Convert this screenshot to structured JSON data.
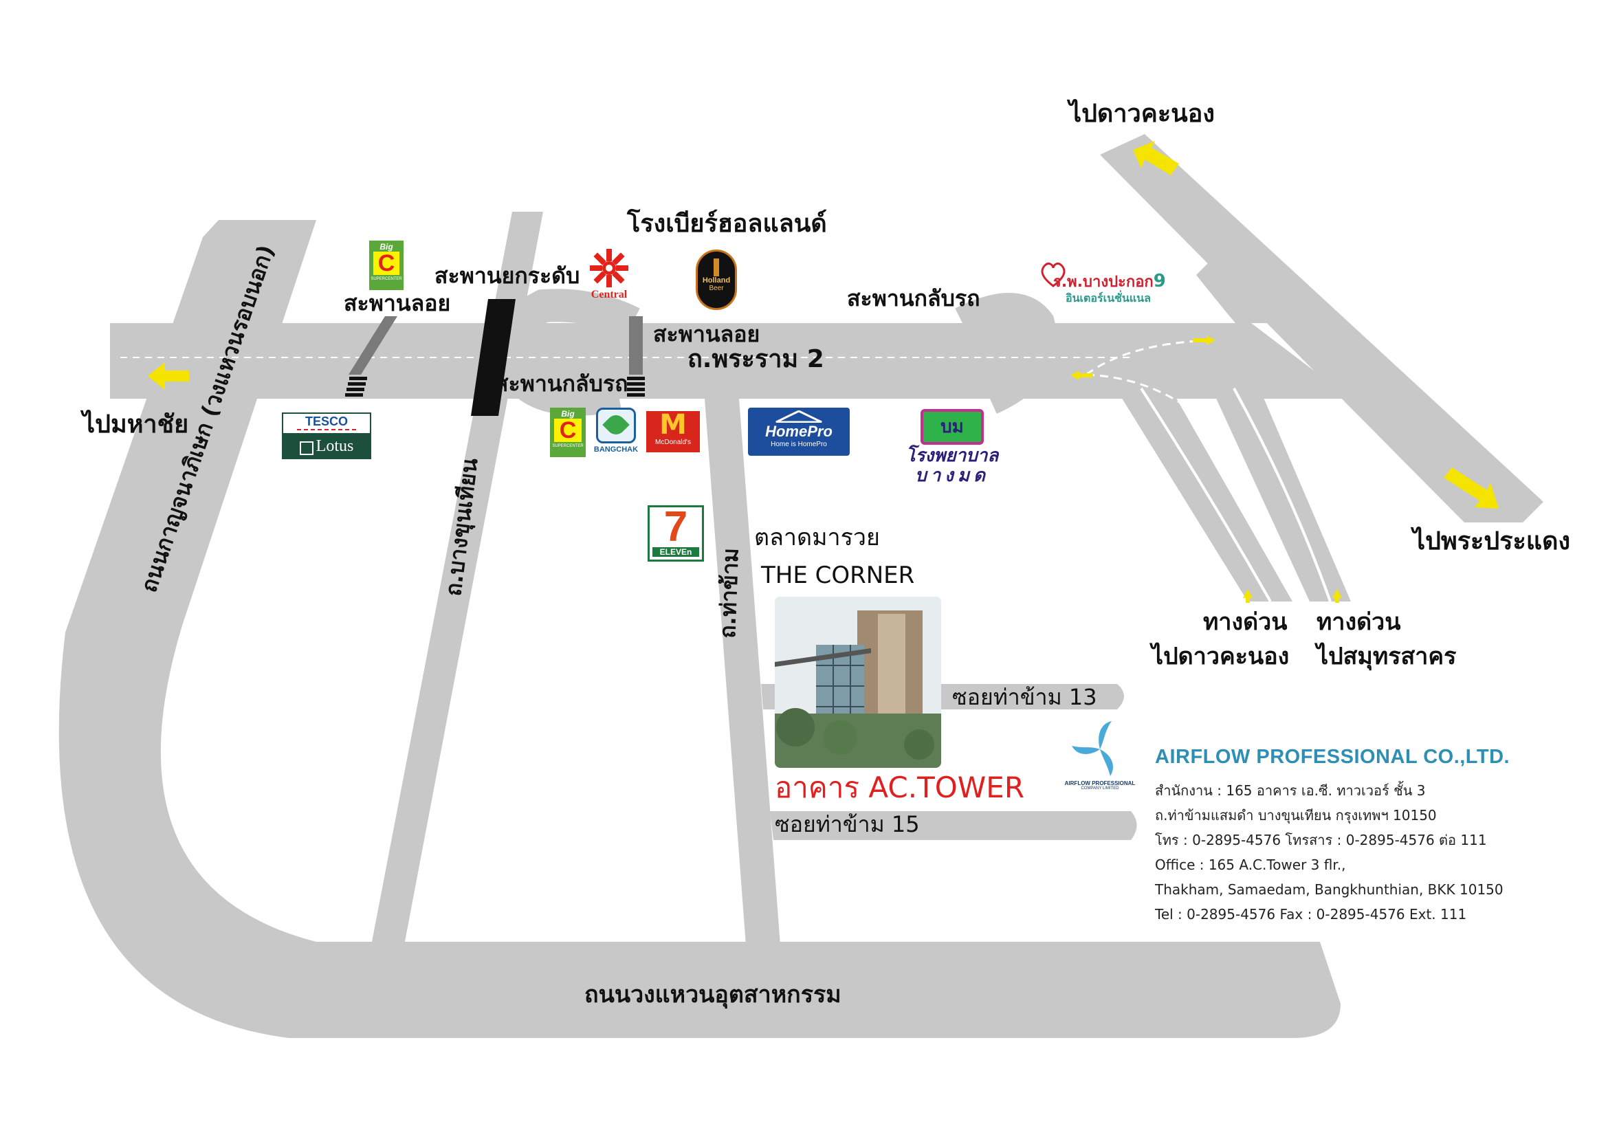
{
  "labels": {
    "to_don_muang_top": "ไปดาวคะนอง",
    "beer_house": "โรงเบียร์ฮอลแลนด์",
    "elevated_bridge": "สะพานยกระดับ",
    "flyover_left": "สะพานลอย",
    "flyover_mid": "สะพานลอย",
    "uturn_right": "สะพานกลับรถ",
    "uturn_left": "สะพานกลับรถ",
    "rama2_road": "ถ.พระราม 2",
    "to_mahachai": "ไปมหาชัย",
    "kanchanaphisek_road": "ถนนกาญจนาภิเษก (วงแหวนรอบนอก)",
    "bang_khun_thian_road": "ถ.บางขุนเทียน",
    "tha_kham_road": "ถ.ท่าข้าม",
    "talad_marauay": "ตลาดมารวย",
    "the_corner": "THE CORNER",
    "soi_13": "ซอยท่าข้าม 13",
    "soi_15": "ซอยท่าข้าม 15",
    "ac_tower": "อาคาร AC.TOWER",
    "to_phra_pradaeng": "ไปพระประแดง",
    "expressway_1_line1": "ทางด่วน",
    "expressway_1_line2": "ไปดาวคะนอง",
    "expressway_2_line1": "ทางด่วน",
    "expressway_2_line2": "ไปสมุทรสาคร",
    "ring_road_industrial": "ถนนวงแหวนอุตสาหกรรม"
  },
  "logos": {
    "bigc_top": {
      "line1": "Big",
      "line2": "C",
      "line3": "SUPERCENTER"
    },
    "central": "Central",
    "holland_beer": {
      "line1": "Holland",
      "line2": "Beer"
    },
    "hospital_bangpakok": {
      "line1": "ร.พ.บางปะกอก",
      "num": "9",
      "line2": "อินเตอร์เนชั่นแนล"
    },
    "tesco": {
      "line1": "TESCO",
      "line2": "Lotus"
    },
    "bigc_bottom": {
      "line1": "Big",
      "line2": "C",
      "line3": "SUPERCENTER"
    },
    "bangchak": "BANGCHAK",
    "mcdonalds": "McDonald's",
    "homepro": {
      "line1": "HomePro",
      "line2": "Home is HomePro"
    },
    "hospital_bangmod": {
      "mark": "บม",
      "line1": "โรงพยาบาล",
      "line2": "บางมด"
    },
    "seven_eleven": {
      "num": "7",
      "word": "ELEVEn"
    },
    "airflow_logo": {
      "line1": "AIRFLOW PROFESSIONAL",
      "line2": "COMPANY LIMITED"
    }
  },
  "company": {
    "name": "AIRFLOW PROFESSIONAL CO.,LTD.",
    "lines": [
      "สำนักงาน : 165  อาคาร เอ.ซี. ทาวเวอร์  ชั้น 3",
      "ถ.ท่าข้ามแสมดำ  บางขุนเทียน  กรุงเทพฯ  10150",
      "โทร : 0-2895-4576  โทรสาร : 0-2895-4576 ต่อ 111",
      "Office : 165  A.C.Tower 3 flr.,",
      "Thakham,  Samaedam,  Bangkhunthian,  BKK  10150",
      "Tel : 0-2895-4576   Fax : 0-2895-4576 Ext. 111"
    ]
  },
  "colors": {
    "road": "#c8c8c8",
    "arrow": "#f5e400",
    "ac_tower_text": "#e0201f",
    "company_name": "#2d8fb3",
    "bigc_green": "#5aa83a",
    "bigc_red": "#e2231a",
    "homepro_blue": "#1d4e9e",
    "hospital_red": "#d3202e",
    "bangmod_purple": "#2a1f7a"
  }
}
